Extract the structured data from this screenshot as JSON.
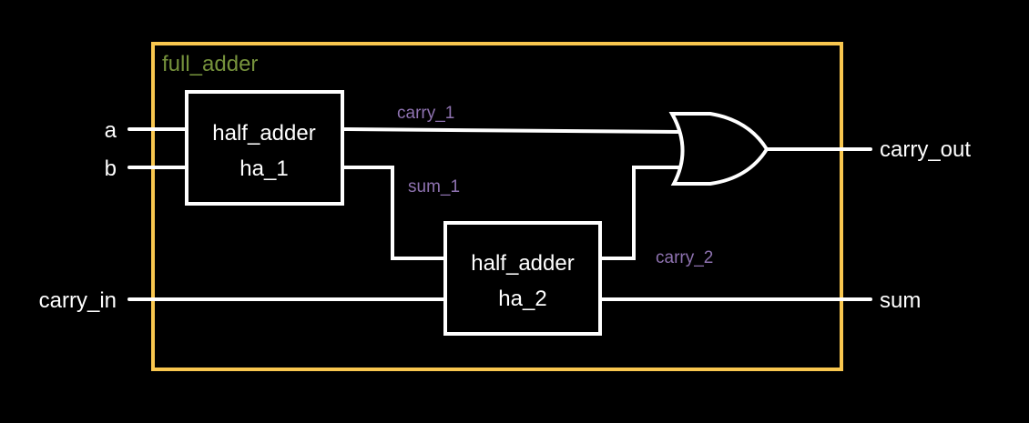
{
  "module": {
    "name": "full_adder",
    "frame_color": "#f9c74f",
    "label_color": "#76923c"
  },
  "inputs": [
    {
      "name": "a"
    },
    {
      "name": "b"
    },
    {
      "name": "carry_in"
    }
  ],
  "outputs": [
    {
      "name": "carry_out"
    },
    {
      "name": "sum"
    }
  ],
  "blocks": [
    {
      "type": "half_adder",
      "instance": "ha_1"
    },
    {
      "type": "half_adder",
      "instance": "ha_2"
    }
  ],
  "gates": [
    {
      "type": "OR",
      "inputs": [
        "carry_1",
        "carry_2"
      ],
      "output": "carry_out"
    }
  ],
  "nets": [
    {
      "name": "carry_1",
      "color": "#8e72b0"
    },
    {
      "name": "sum_1",
      "color": "#8e72b0"
    },
    {
      "name": "carry_2",
      "color": "#8e72b0"
    }
  ]
}
